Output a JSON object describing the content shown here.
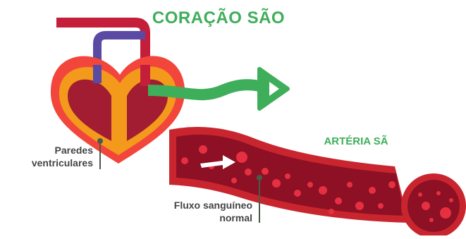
{
  "title": "CORAÇÃO SÃO",
  "labels": {
    "artery": "ARTÉRIA SÃ",
    "walls_line1": "Paredes",
    "walls_line2": "ventriculares",
    "flow_line1": "Fluxo sanguíneo",
    "flow_line2": "normal"
  },
  "colors": {
    "accent_green": "#3fae5a",
    "heart_outer": "#f2463c",
    "heart_wall": "#f39a1c",
    "heart_chamber": "#a21d32",
    "aorta": "#c41e3a",
    "vein": "#5a4aa3",
    "vessel_wall": "#c9252f",
    "vessel_lumen": "#8e1024",
    "blood_cell": "#e63042",
    "label_text": "#444444",
    "leader_line": "#4a5a4a"
  }
}
